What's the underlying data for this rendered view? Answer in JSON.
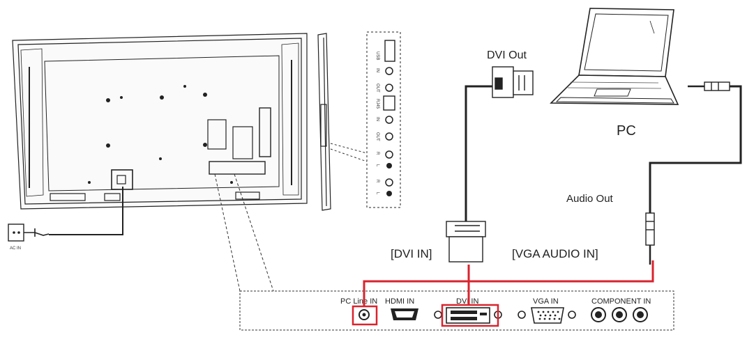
{
  "labels": {
    "dvi_out": "DVI Out",
    "pc": "PC",
    "audio_out": "Audio Out",
    "dvi_in_bracket": "[DVI IN]",
    "vga_audio_in_bracket": "[VGA AUDIO IN]",
    "ac_in": "AC IN"
  },
  "panel_ports": {
    "pc_line_in": "PC Line IN",
    "hdmi_in": "HDMI IN",
    "dvi_in": "DVI IN",
    "vga_in": "VGA IN",
    "component_in": "COMPONENT IN"
  },
  "side_ports": [
    "USB",
    "IN",
    "OUT",
    "RJ45",
    "IN",
    "OUT",
    "R",
    "L",
    "R",
    "L"
  ],
  "colors": {
    "highlight": "#d9232e",
    "line": "#222222",
    "dashed": "#333333"
  }
}
